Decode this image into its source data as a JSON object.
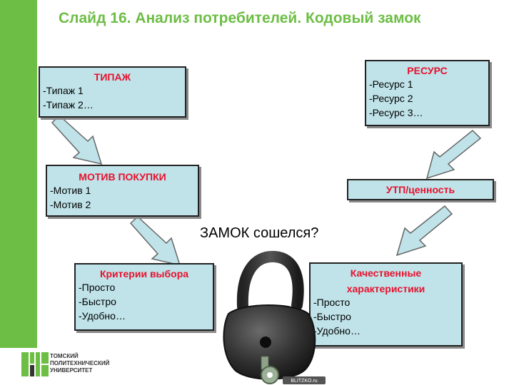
{
  "title": "Слайд 16. Анализ потребителей. Кодовый замок",
  "boxes": {
    "tipazh": {
      "head": "ТИПАЖ",
      "items": [
        "-Типаж 1",
        "-Типаж 2…"
      ]
    },
    "resurs": {
      "head": "РЕСУРС",
      "items": [
        "-Ресурс 1",
        "-Ресурс 2",
        "-Ресурс 3…"
      ]
    },
    "motiv": {
      "head": "МОТИВ ПОКУПКИ",
      "items": [
        "-Мотив 1",
        "-Мотив 2"
      ]
    },
    "utp": {
      "head": "УТП/ценность"
    },
    "kriterii": {
      "head": "Критерии выбора",
      "items": [
        "-Просто",
        "-Быстро",
        "-Удобно…"
      ]
    },
    "kachestvo": {
      "head_line1": "Качественные",
      "head_line2": "характеристики",
      "items": [
        "-Просто",
        "-Быстро",
        "-Удобно…"
      ]
    }
  },
  "question": "ЗАМОК сошелся?",
  "logo": {
    "line1": "ТОМСКИЙ",
    "line2": "ПОЛИТЕХНИЧЕСКИЙ",
    "line3": "УНИВЕРСИТЕТ"
  },
  "watermark": "BLITZKO.ru",
  "colors": {
    "accent_green": "#6dbe45",
    "box_fill": "#bfe3e9",
    "head_red": "#e8112d"
  }
}
